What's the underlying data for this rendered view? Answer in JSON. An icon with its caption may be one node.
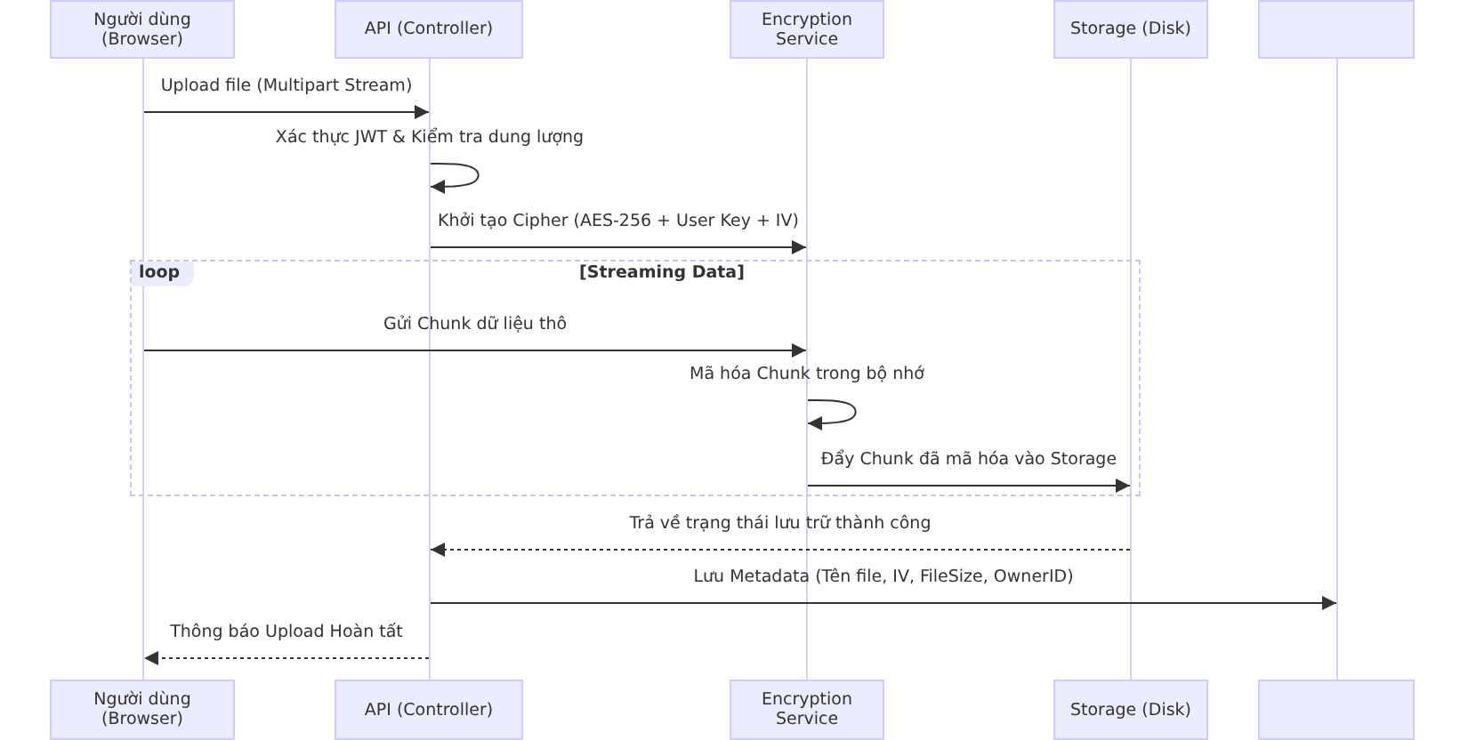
{
  "diagram": {
    "nodes": [
      {
        "text": [
          "Người dùng (Browser)"
        ]
      },
      {
        "text": [
          "API (Controller)"
        ]
      },
      {
        "text": [
          "Encryption Service"
        ]
      },
      {
        "text": [
          "Storage (Disk)"
        ]
      },
      {
        "text": [],
        "shape": "box"
      },
      {
        "text": [],
        "shape": "bar"
      },
      {
        "text": [],
        "shape": "bar"
      },
      {
        "text": [],
        "shape": "bar"
      },
      {
        "text": [],
        "shape": "bar"
      },
      {
        "text": [],
        "shape": "bar"
      },
      {
        "text": [
          "Người dùng (Browser)"
        ]
      },
      {
        "text": [
          "API (Controller)"
        ]
      },
      {
        "text": [
          "Encryption Service"
        ]
      },
      {
        "text": [
          "Storage (Disk)"
        ]
      },
      {
        "text": [],
        "shape": "box"
      }
    ],
    "edges": [
      {
        "from": 5,
        "to": 6,
        "arrow": "to",
        "label": "Upload file (Multipart Stream)"
      },
      {
        "from": 6,
        "to": 6,
        "arrow": "to",
        "label": "Xác thực JWT & Kiểm tra dung lượng"
      },
      {
        "from": 6,
        "to": 7,
        "arrow": "to",
        "label": "Khởi tạo Cipher (AES-256 + User Key + IV)"
      },
      {
        "from": 5,
        "to": 7,
        "arrow": "to",
        "label": "Gửi Chunk dữ liệu thô"
      },
      {
        "from": 7,
        "to": 7,
        "arrow": "to",
        "label": "Mã hóa Chunk trong bộ nhớ"
      },
      {
        "from": 7,
        "to": 8,
        "arrow": "to",
        "label": "Đẩy Chunk đã mã hóa vào Storage"
      },
      {
        "from": 8,
        "to": 6,
        "arrow": "to",
        "label": "Trả về trạng thái lưu trữ thành công",
        "style": "dashed"
      },
      {
        "from": 6,
        "to": 9,
        "arrow": "to",
        "label": "Lưu Metadata (Tên file, IV, FileSize, OwnerID)"
      },
      {
        "from": 6,
        "to": 5,
        "arrow": "to",
        "label": "Thông báo Upload Hoàn tất",
        "style": "dashed"
      }
    ],
    "labels": [
      "loop",
      "[Streaming Data]"
    ]
  }
}
